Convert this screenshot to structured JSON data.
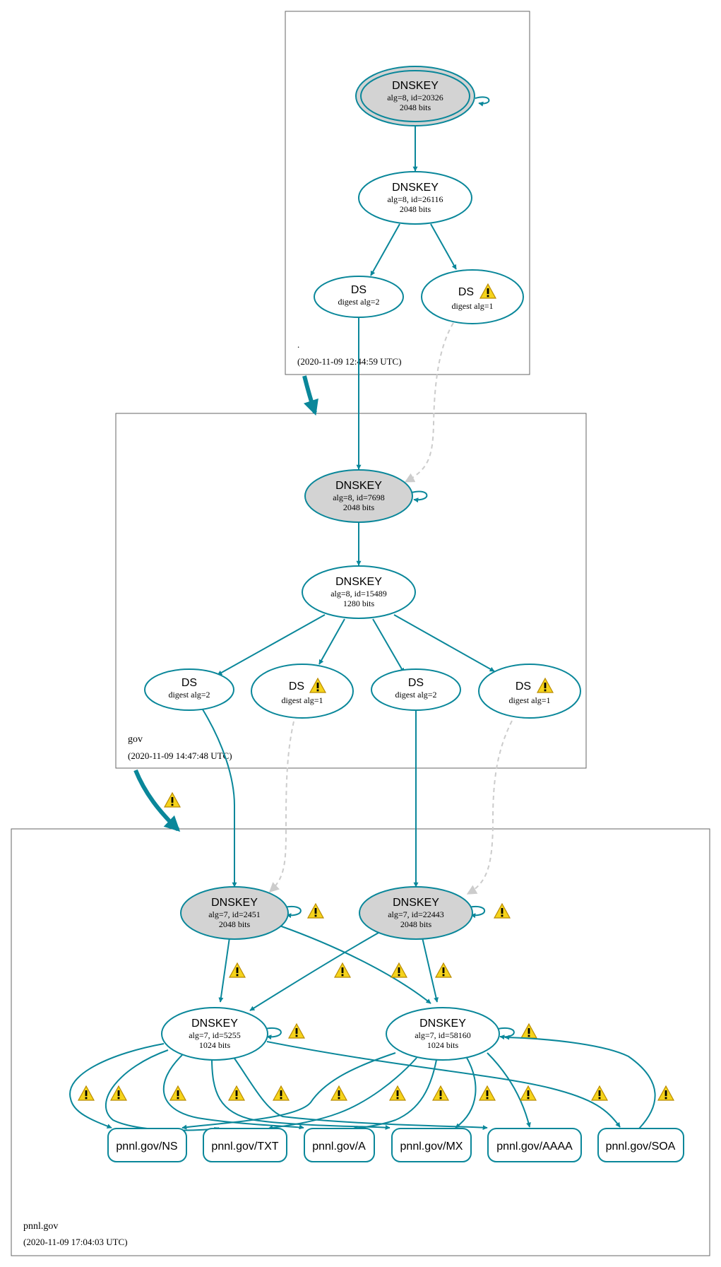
{
  "zones": [
    {
      "id": "root",
      "name": ".",
      "timestamp": "(2020-11-09 12:44:59 UTC)"
    },
    {
      "id": "gov",
      "name": "gov",
      "timestamp": "(2020-11-09 14:47:48 UTC)"
    },
    {
      "id": "pnnl",
      "name": "pnnl.gov",
      "timestamp": "(2020-11-09 17:04:03 UTC)"
    }
  ],
  "nodes": {
    "root_ksk": {
      "title": "DNSKEY",
      "line1": "alg=8, id=20326",
      "line2": "2048 bits"
    },
    "root_zsk": {
      "title": "DNSKEY",
      "line1": "alg=8, id=26116",
      "line2": "2048 bits"
    },
    "root_ds2": {
      "title": "DS",
      "line1": "digest alg=2"
    },
    "root_ds1": {
      "title": "DS",
      "line1": "digest alg=1"
    },
    "gov_ksk": {
      "title": "DNSKEY",
      "line1": "alg=8, id=7698",
      "line2": "2048 bits"
    },
    "gov_zsk": {
      "title": "DNSKEY",
      "line1": "alg=8, id=15489",
      "line2": "1280 bits"
    },
    "gov_ds_a": {
      "title": "DS",
      "line1": "digest alg=2"
    },
    "gov_ds_b": {
      "title": "DS",
      "line1": "digest alg=1"
    },
    "gov_ds_c": {
      "title": "DS",
      "line1": "digest alg=2"
    },
    "gov_ds_d": {
      "title": "DS",
      "line1": "digest alg=1"
    },
    "pn_ksk1": {
      "title": "DNSKEY",
      "line1": "alg=7, id=2451",
      "line2": "2048 bits"
    },
    "pn_ksk2": {
      "title": "DNSKEY",
      "line1": "alg=7, id=22443",
      "line2": "2048 bits"
    },
    "pn_zsk1": {
      "title": "DNSKEY",
      "line1": "alg=7, id=5255",
      "line2": "1024 bits"
    },
    "pn_zsk2": {
      "title": "DNSKEY",
      "line1": "alg=7, id=58160",
      "line2": "1024 bits"
    }
  },
  "rrsets": [
    {
      "id": "ns",
      "label": "pnnl.gov/NS"
    },
    {
      "id": "txt",
      "label": "pnnl.gov/TXT"
    },
    {
      "id": "a",
      "label": "pnnl.gov/A"
    },
    {
      "id": "mx",
      "label": "pnnl.gov/MX"
    },
    {
      "id": "aaaa",
      "label": "pnnl.gov/AAAA"
    },
    {
      "id": "soa",
      "label": "pnnl.gov/SOA"
    }
  ],
  "icons": {
    "warning": "warning-icon"
  },
  "colors": {
    "edge": "#0a879a",
    "ksk_fill": "#d3d3d3",
    "dashed_edge": "#cccccc",
    "warning": "#f5d31b"
  }
}
